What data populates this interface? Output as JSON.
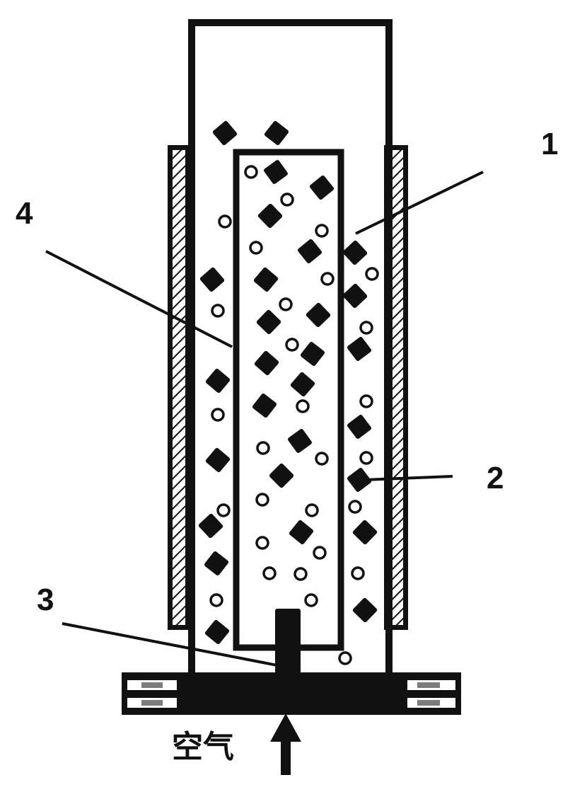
{
  "labels": {
    "l1": "1",
    "l2": "2",
    "l3": "3",
    "l4": "4",
    "air": "空气"
  },
  "colors": {
    "stroke": "#111111",
    "fill": "#ffffff",
    "particle": "#111111"
  },
  "icons": {
    "inlet_arrow": "up-arrow-icon"
  }
}
